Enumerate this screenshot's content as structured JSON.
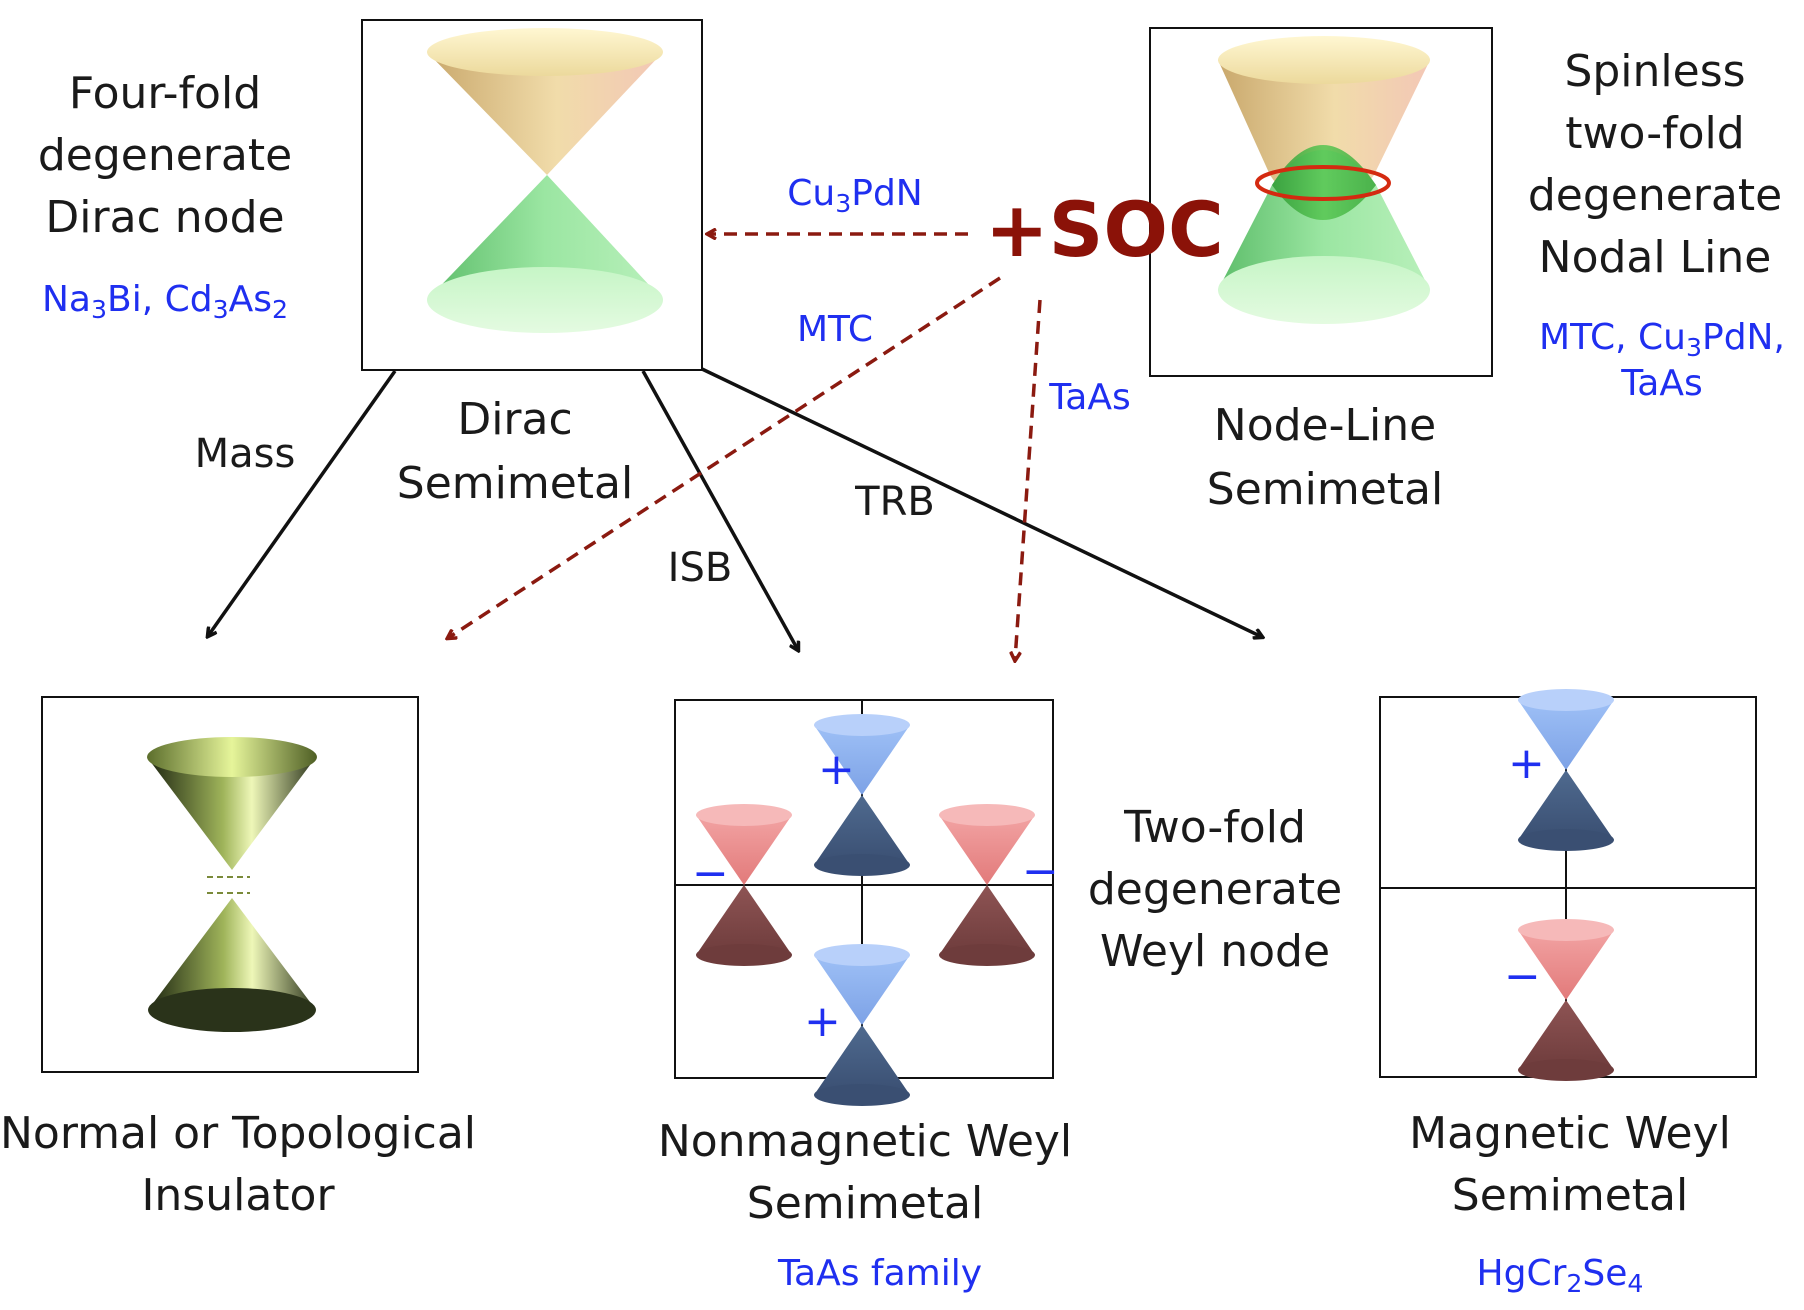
{
  "labels": {
    "dirac_desc": [
      "Four-fold",
      "degenerate",
      "Dirac node"
    ],
    "dirac_materials": {
      "parts": [
        "Na",
        "3",
        "Bi, Cd",
        "3",
        "As",
        "2"
      ]
    },
    "dirac_name": [
      "Dirac",
      "Semimetal"
    ],
    "nodeline_desc": [
      "Spinless",
      "two-fold",
      "degenerate",
      "Nodal Line"
    ],
    "nodeline_materials_line1": {
      "parts": [
        "MTC, Cu",
        "3",
        "PdN,"
      ]
    },
    "nodeline_materials_line2": "TaAs",
    "nodeline_name": [
      "Node-Line",
      "Semimetal"
    ],
    "soc": "+SOC",
    "cu3pdn_arrow": {
      "parts": [
        "Cu",
        "3",
        "PdN"
      ]
    },
    "mtc_arrow": "MTC",
    "taas_arrow": "TaAs",
    "mass": "Mass",
    "isb": "ISB",
    "trb": "TRB",
    "insulator_name": [
      "Normal or Topological",
      "Insulator"
    ],
    "weyl_desc": [
      "Two-fold",
      "degenerate",
      "Weyl node"
    ],
    "nonmag_name": [
      "Nonmagnetic Weyl",
      "Semimetal"
    ],
    "nonmag_material": "TaAs family",
    "mag_name": [
      "Magnetic Weyl",
      "Semimetal"
    ],
    "mag_material": {
      "parts": [
        "HgCr",
        "2",
        "Se",
        "4"
      ]
    },
    "plus": "+",
    "minus": "−"
  },
  "colors": {
    "text": "#1a1a1a",
    "material_blue": "#1f2ff0",
    "soc_dark_red": "#8b1208",
    "cone_tan": "#e8c98f",
    "cone_green": "#7fd88a",
    "nodal_ring_red": "#d42a10",
    "weyl_plus_blue": "#8fb0ee",
    "weyl_minus_red": "#ea8a8a",
    "insulator_olive": "#9fb45a"
  }
}
